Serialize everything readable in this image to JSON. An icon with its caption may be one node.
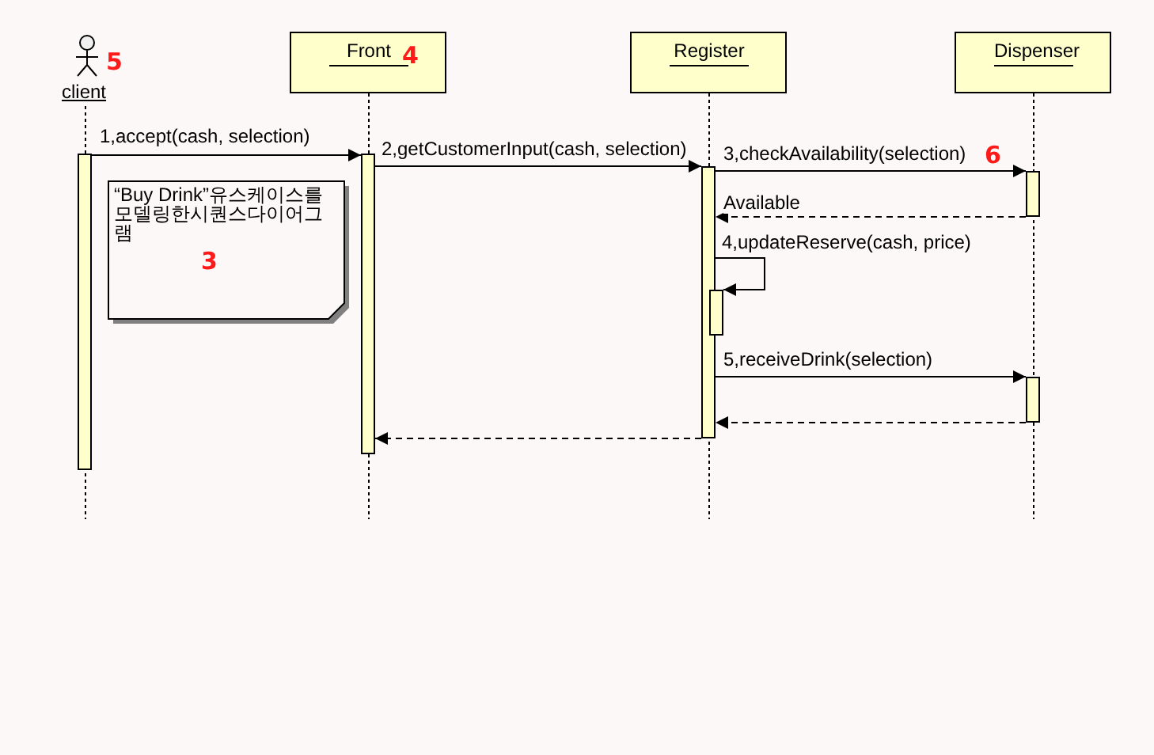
{
  "diagram": {
    "nodes": [
      {
        "text": [
          "client"
        ],
        "beside": [
          "5"
        ]
      },
      {
        "text": [
          "Front",
          "4"
        ]
      },
      {
        "text": [
          "Register"
        ]
      },
      {
        "text": [
          "Dispenser"
        ]
      },
      {
        "text": [],
        "shape": "bar"
      },
      {
        "text": [],
        "shape": "bar"
      },
      {
        "text": [
          "“Buy Drink”유스케이스를모델링한시퀀스다이어그램",
          "3"
        ]
      },
      {
        "text": [],
        "shape": "bar"
      },
      {
        "text": [],
        "shape": "bar"
      },
      {
        "text": [],
        "shape": "bar"
      },
      {
        "text": [],
        "shape": "bar"
      }
    ],
    "edges": [
      {
        "from": 4,
        "to": 5,
        "arrow": "to",
        "label": "1,accept(cash, selection)"
      },
      {
        "from": 5,
        "to": 7,
        "arrow": "to",
        "label": "2,getCustomerInput(cash, selection)"
      },
      {
        "from": 7,
        "to": 8,
        "arrow": "to",
        "label": "3,checkAvailability(selection)"
      },
      {
        "from": 8,
        "to": 7,
        "arrow": "to",
        "label": "Available",
        "style": "dashed"
      },
      {
        "from": 7,
        "to": 9,
        "arrow": "to",
        "label": "4,updateReserve(cash, price)"
      },
      {
        "from": 7,
        "to": 10,
        "arrow": "to",
        "label": "5,receiveDrink(selection)"
      },
      {
        "from": 10,
        "to": 7,
        "arrow": "to",
        "style": "dashed"
      },
      {
        "from": 7,
        "to": 5,
        "arrow": "to",
        "style": "dashed"
      }
    ],
    "labels": [
      "6"
    ]
  }
}
